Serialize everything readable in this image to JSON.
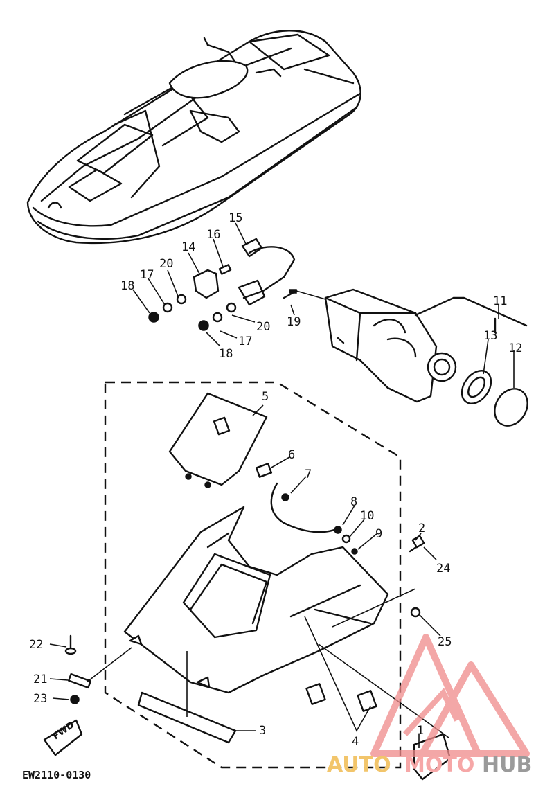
{
  "diagram": {
    "drawing_code": "EW2110-0130",
    "direction_label": "FWD",
    "callouts": {
      "p1": "1",
      "p2": "2",
      "p3": "3",
      "p4": "4",
      "p5": "5",
      "p6": "6",
      "p7": "7",
      "p8": "8",
      "p9": "9",
      "p10": "10",
      "p11": "11",
      "p12": "12",
      "p13": "13",
      "p14": "14",
      "p15": "15",
      "p16": "16",
      "p17a": "17",
      "p17b": "17",
      "p18a": "18",
      "p18b": "18",
      "p19": "19",
      "p20a": "20",
      "p20b": "20",
      "p21": "21",
      "p22": "22",
      "p23": "23",
      "p24": "24",
      "p25": "25"
    }
  },
  "watermark": {
    "part_a": "AUTO",
    "part_b": "MOTO",
    "part_c": "HUB",
    "colors": {
      "a": "#f2c56b",
      "b": "#f6a7a7",
      "c": "#9a9a9a",
      "logo": "#f08a8a"
    }
  }
}
